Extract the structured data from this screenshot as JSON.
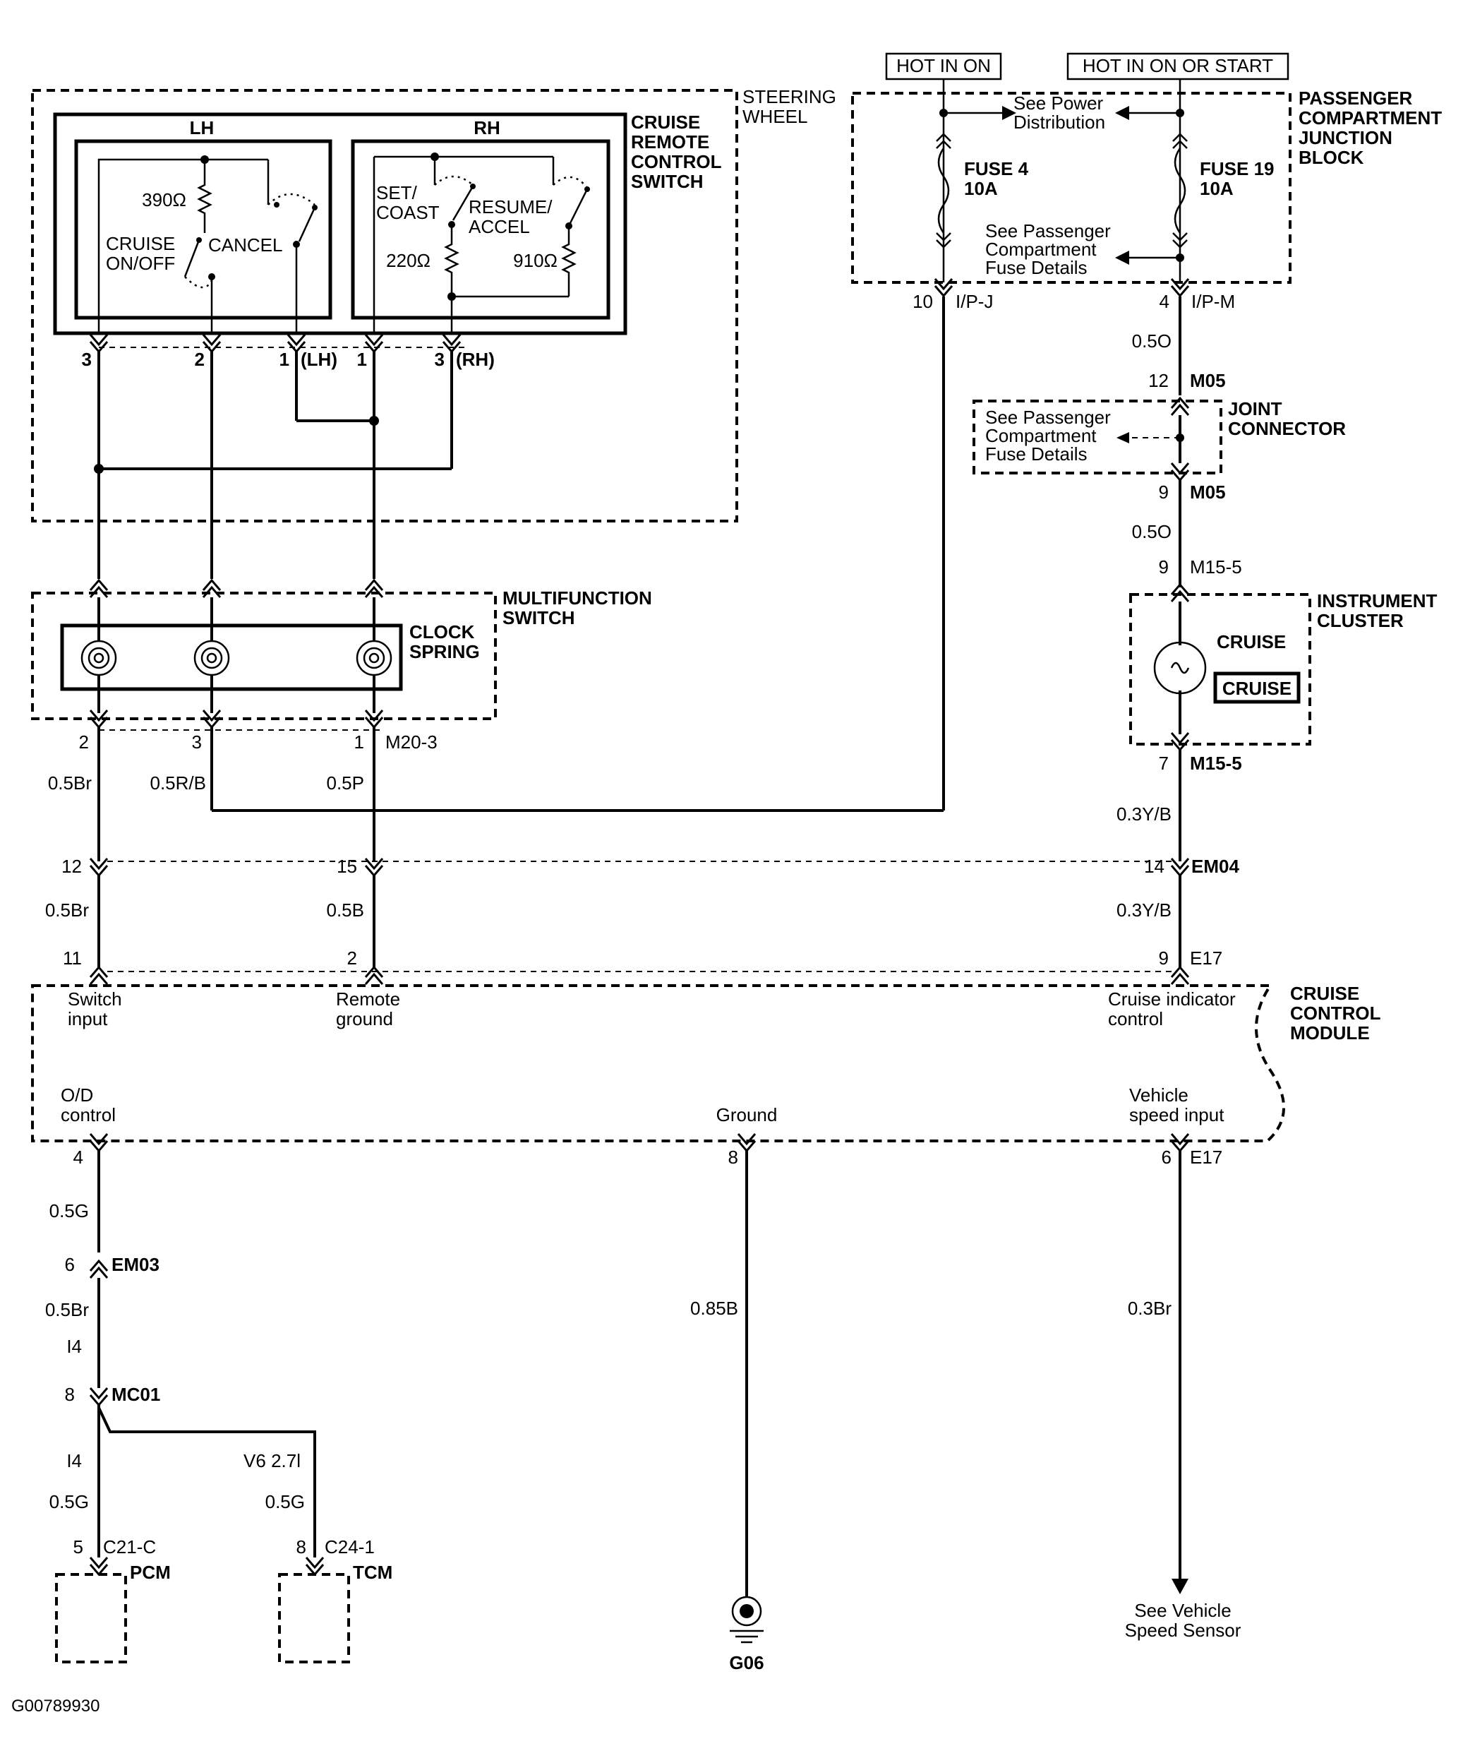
{
  "labels": {
    "hot_on": "HOT IN ON",
    "hot_on_start": "HOT IN ON OR START",
    "passenger_junction": [
      "PASSENGER",
      "COMPARTMENT",
      "JUNCTION",
      "BLOCK"
    ],
    "see_power": [
      "See Power",
      "Distribution"
    ],
    "fuse4": [
      "FUSE 4",
      "10A"
    ],
    "fuse19": [
      "FUSE 19",
      "10A"
    ],
    "see_fuse_details": [
      "See Passenger",
      "Compartment",
      "Fuse Details"
    ],
    "steering_wheel": [
      "STEERING",
      "WHEEL"
    ],
    "cruise_remote": [
      "CRUISE",
      "REMOTE",
      "CONTROL",
      "SWITCH"
    ],
    "lh": "LH",
    "rh": "RH",
    "r390": "390Ω",
    "cruise_onoff": [
      "CRUISE",
      "ON/OFF"
    ],
    "cancel": "CANCEL",
    "set_coast": [
      "SET/",
      "COAST"
    ],
    "resume_accel": [
      "RESUME/",
      "ACCEL"
    ],
    "r220": "220Ω",
    "r910": "910Ω",
    "lh_tag": "(LH)",
    "rh_tag": "(RH)",
    "joint_connector": [
      "JOINT",
      "CONNECTOR"
    ],
    "multifunction": [
      "MULTIFUNCTION",
      "SWITCH"
    ],
    "clock_spring": [
      "CLOCK",
      "SPRING"
    ],
    "instrument_cluster": [
      "INSTRUMENT",
      "CLUSTER"
    ],
    "cruise_lamp": "CRUISE",
    "cruise_box": "CRUISE",
    "ccm": [
      "CRUISE",
      "CONTROL",
      "MODULE"
    ],
    "switch_input": [
      "Switch",
      "input"
    ],
    "remote_ground": [
      "Remote",
      "ground"
    ],
    "cruise_indicator": [
      "Cruise indicator",
      "control"
    ],
    "od_control": [
      "O/D",
      "control"
    ],
    "ground": "Ground",
    "vehicle_speed": [
      "Vehicle",
      "speed input"
    ],
    "see_vss": [
      "See Vehicle",
      "Speed Sensor"
    ],
    "pcm": "PCM",
    "tcm": "TCM",
    "g06": "G06",
    "i4": "I4",
    "i4b": "I4",
    "v6": "V6 2.7l",
    "figure_id": "G00789930"
  },
  "connectors": {
    "ip_j": "I/P-J",
    "ip_m": "I/P-M",
    "m05": "M05",
    "m15_5": "M15-5",
    "m20_3": "M20-3",
    "em04": "EM04",
    "e17": "E17",
    "em03": "EM03",
    "mc01": "MC01",
    "c21c": "C21-C",
    "c24_1": "C24-1"
  },
  "pins": {
    "p10": "10",
    "p4": "4",
    "p12": "12",
    "p9": "9",
    "p9b": "9",
    "p7": "7",
    "p14": "14",
    "p9c": "9",
    "p6": "6",
    "p8": "8",
    "p4b": "4",
    "p6b": "6",
    "p8b": "8",
    "p5": "5",
    "p8c": "8",
    "sw3": "3",
    "sw2": "2",
    "sw1": "1",
    "sw1b": "1",
    "sw3b": "3",
    "ms2": "2",
    "ms3": "3",
    "ms1": "1",
    "c12": "12",
    "c15": "15",
    "c11": "11",
    "c2": "2"
  },
  "wires": {
    "w05o": "0.5O",
    "w05o_b": "0.5O",
    "w05br": "0.5Br",
    "w05rb": "0.5R/B",
    "w05p": "0.5P",
    "w03yb": "0.3Y/B",
    "w05br2": "0.5Br",
    "w05b": "0.5B",
    "w03yb2": "0.3Y/B",
    "w05g": "0.5G",
    "w05br3": "0.5Br",
    "w085b": "0.85B",
    "w03br": "0.3Br",
    "w05g2": "0.5G",
    "w05g3": "0.5G"
  }
}
